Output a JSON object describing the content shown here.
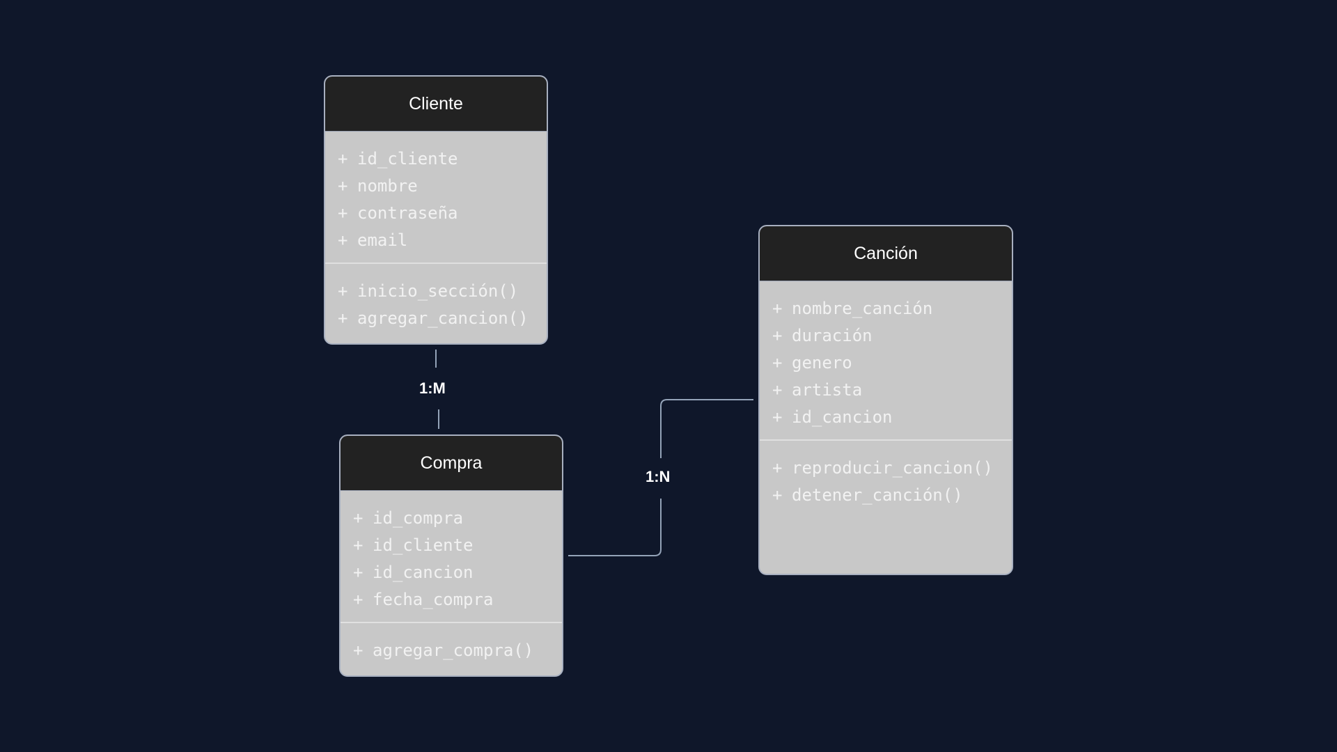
{
  "classes": {
    "cliente": {
      "name": "Cliente",
      "attributes": [
        "id_cliente",
        "nombre",
        "contraseña",
        "email"
      ],
      "methods": [
        "inicio_sección()",
        "agregar_cancion()"
      ]
    },
    "cancion": {
      "name": "Canción",
      "attributes": [
        "nombre_canción",
        "duración",
        "genero",
        "artista",
        "id_cancion"
      ],
      "methods": [
        "reproducir_cancion()",
        "detener_canción()"
      ]
    },
    "compra": {
      "name": "Compra",
      "attributes": [
        "id_compra",
        "id_cliente",
        "id_cancion",
        "fecha_compra"
      ],
      "methods": [
        "agregar_compra()"
      ]
    }
  },
  "visibility_symbol": "+",
  "relationships": [
    {
      "from": "Cliente",
      "to": "Compra",
      "label": "1:M"
    },
    {
      "from": "Compra",
      "to": "Canción",
      "label": "1:N"
    }
  ],
  "colors": {
    "background": "#0f172a",
    "header": "#222222",
    "body": "#c8c8c8",
    "connector": "#94a3b8",
    "label": "#ffffff"
  }
}
